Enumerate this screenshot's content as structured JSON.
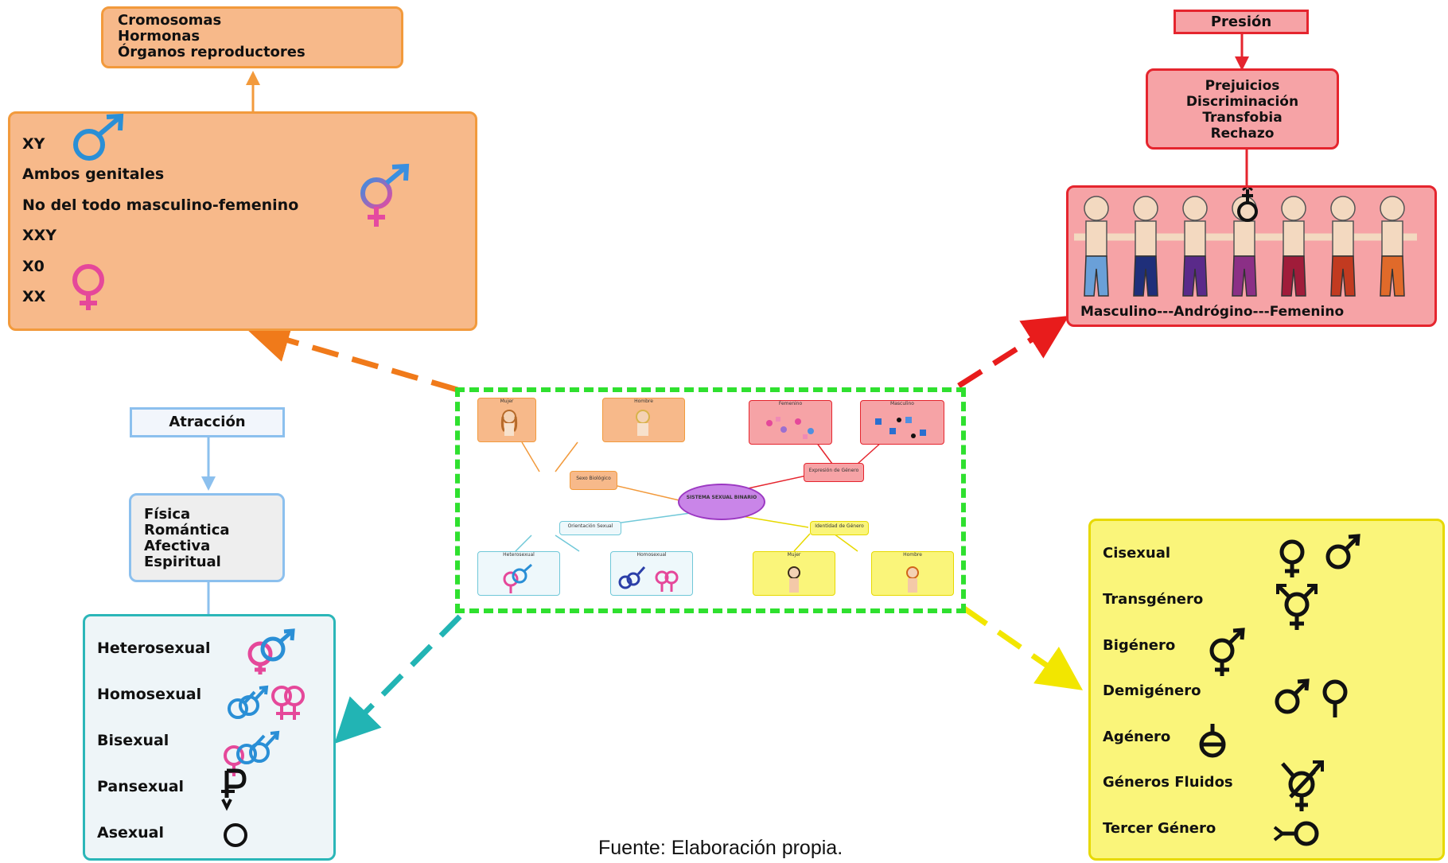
{
  "biological": {
    "top_box": "Cromosomas\nHormonas\nÓrganos reproductores",
    "items": [
      "XY",
      "Ambos genitales",
      "No del todo masculino-femenino",
      "XXY",
      "X0",
      "XX"
    ]
  },
  "expression": {
    "pressure": "Presión",
    "middle_box": "Prejuicios\nDiscriminación\nTransfobia\nRechazo",
    "spectrum": "Masculino---Andrógino---Femenino"
  },
  "orientation": {
    "attraction": "Atracción",
    "types": "Física\nRomántica\nAfectiva\nEspiritual",
    "items": [
      "Heterosexual",
      "Homosexual",
      "Bisexual",
      "Pansexual",
      "Asexual"
    ]
  },
  "identity": {
    "items": [
      "Cisexual",
      "Transgénero",
      "Bigénero",
      "Demigénero",
      "Agénero",
      "Géneros Fluidos",
      "Tercer Género"
    ]
  },
  "center_map": {
    "center": "SISTEMA SEXUAL BINARIO",
    "nodes": {
      "sex": "Sexo Biológico",
      "expression": "Expresión de Género",
      "orientation": "Orientación Sexual",
      "identity": "Identidad de Género"
    },
    "leaves": {
      "woman": "Mujer",
      "man": "Hombre",
      "feminine": "Femenino",
      "masculine": "Masculino",
      "hetero": "Heterosexual",
      "homo": "Homosexual",
      "id_woman": "Mujer",
      "id_man": "Hombre"
    }
  },
  "caption": "Fuente: Elaboración propia.",
  "colors": {
    "orange": "#f7b98a",
    "orange_border": "#f29a3c",
    "red_fill": "#f6a3a6",
    "red_border": "#e5252e",
    "blue_border": "#8cc0ee",
    "teal_border": "#2bb6b8",
    "yellow_fill": "#faf57a",
    "yellow_border": "#e7d900",
    "green_dash": "#2fe02f",
    "male_blue": "#2a8fd6",
    "female_pink": "#e5489a"
  }
}
